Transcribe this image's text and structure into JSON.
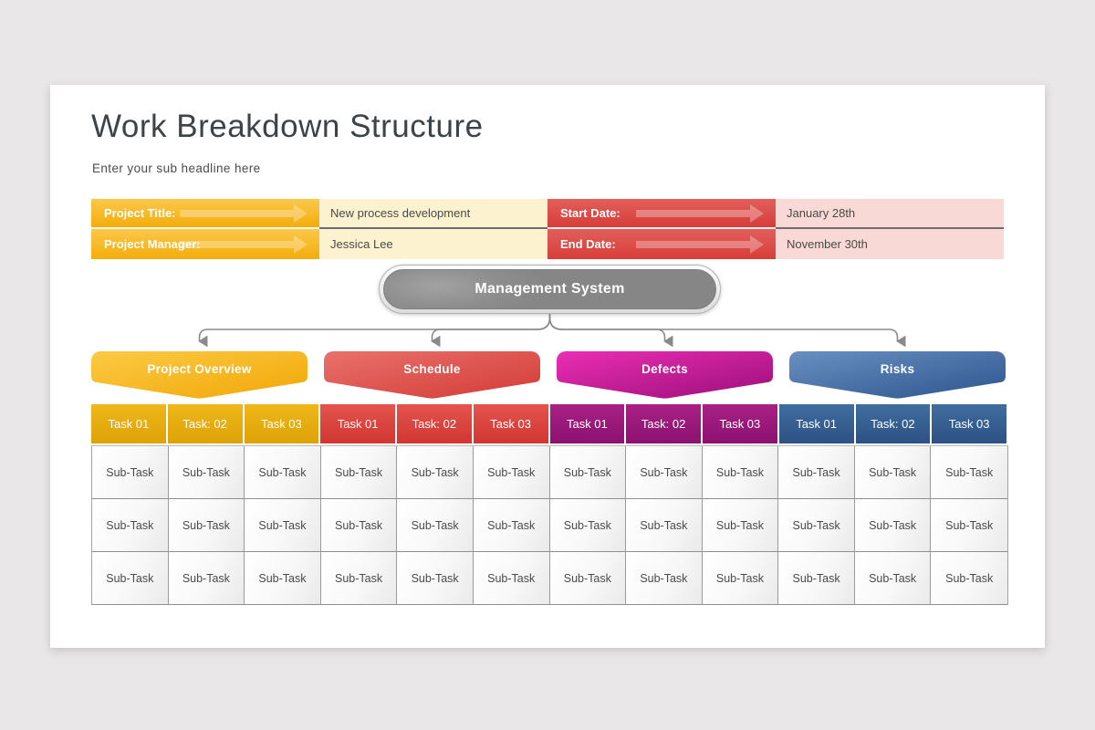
{
  "slide": {
    "title": "Work Breakdown Structure",
    "subtitle": "Enter your sub headline here"
  },
  "info_fields": [
    {
      "label": "Project Title:",
      "value": "New process development"
    },
    {
      "label": "Project Manager:",
      "value": "Jessica Lee"
    },
    {
      "label": "Start Date:",
      "value": "January 28th"
    },
    {
      "label": "End Date:",
      "value": "November 30th"
    }
  ],
  "root": {
    "label": "Management System"
  },
  "branches": [
    {
      "label": "Project Overview",
      "color_from": "#fcca45",
      "color_to": "#f1a706",
      "tasks": [
        "Task 01",
        "Task: 02",
        "Task 03"
      ]
    },
    {
      "label": "Schedule",
      "color_from": "#e8716c",
      "color_to": "#d43b36",
      "tasks": [
        "Task 01",
        "Task: 02",
        "Task 03"
      ]
    },
    {
      "label": "Defects",
      "color_from": "#ea2eb4",
      "color_to": "#9c0f7a",
      "tasks": [
        "Task 01",
        "Task: 02",
        "Task 03"
      ]
    },
    {
      "label": "Risks",
      "color_from": "#6a90c0",
      "color_to": "#2c5590",
      "tasks": [
        "Task 01",
        "Task: 02",
        "Task 03"
      ]
    }
  ],
  "table": {
    "subtask": "Sub-Task",
    "row_count": 3
  },
  "colors": {
    "yellow_label": "#f5b50f",
    "yellow_value_bg": "#fdf2cf",
    "red_label": "#dc4441",
    "red_value_bg": "#f9d9d6",
    "root_gray": "#8d8d8d",
    "connector_gray": "#8a8a8a",
    "header_yellow": "#e2a90c",
    "header_red": "#d63a36",
    "header_magenta": "#9a1879",
    "header_blue": "#35608f"
  }
}
